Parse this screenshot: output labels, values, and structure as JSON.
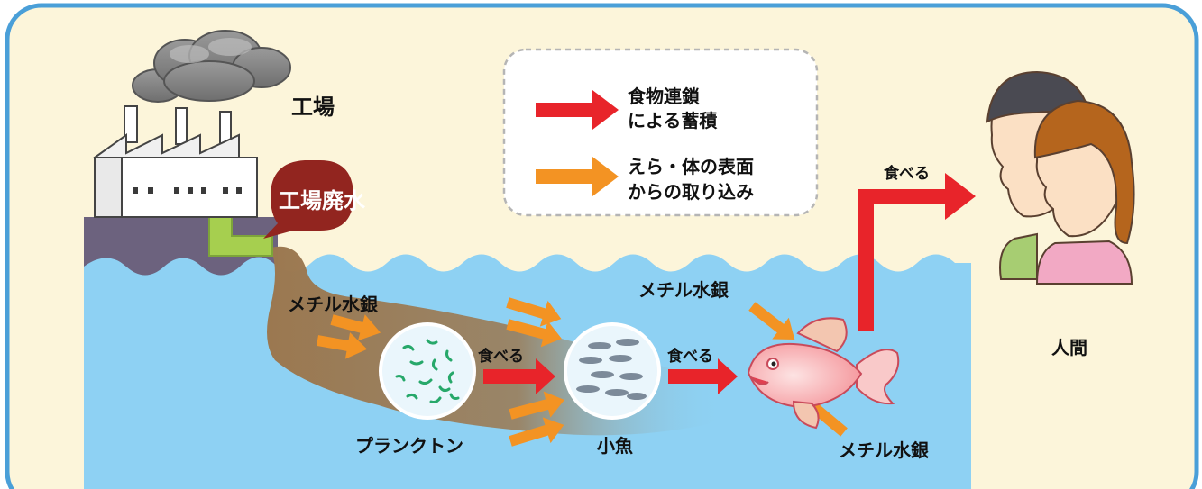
{
  "labels": {
    "factory": "工場",
    "wastewater": "工場廃水",
    "plankton": "プランクトン",
    "small_fish": "小魚",
    "human": "人間",
    "methylmercury_left": "メチル水銀",
    "methylmercury_top": "メチル水銀",
    "methylmercury_bottom": "メチル水銀",
    "eats_1": "食べる",
    "eats_2": "食べる",
    "eats_3": "食べる"
  },
  "legend": {
    "food_chain": {
      "line1": "食物連鎖",
      "line2": "による蓄積",
      "color": "#e8242a"
    },
    "direct_uptake": {
      "line1": "えら・体の表面",
      "line2": "からの取り込み",
      "color": "#f39323"
    }
  },
  "colors": {
    "frame_border": "#4a9fd8",
    "background": "#fcf5da",
    "water": "#8ed1f3",
    "land": "#6c627e",
    "pipe": "#a6cf4f",
    "bubble": "#92251f",
    "sludge": "#9b7850",
    "food_chain_arrow": "#e8242a",
    "uptake_arrow": "#f39323"
  }
}
